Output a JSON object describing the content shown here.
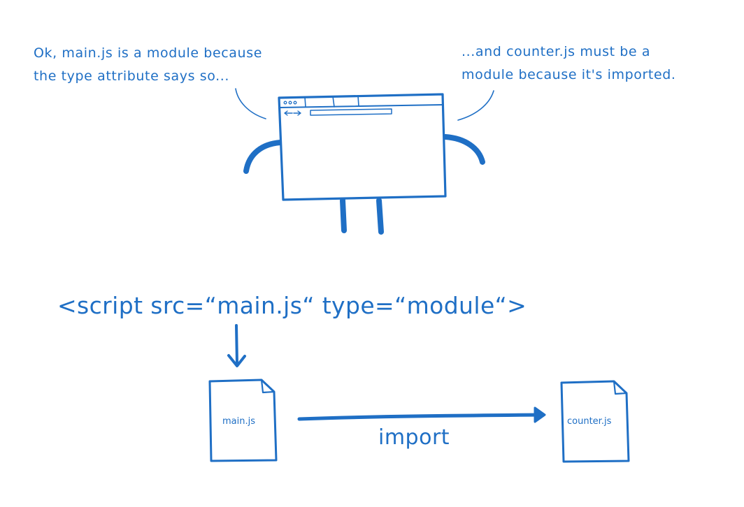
{
  "speech": {
    "left_lines": [
      "Ok, main.js is a module because",
      "the type attribute says so..."
    ],
    "right_lines": [
      "...and counter.js must be a",
      "module because it's imported."
    ]
  },
  "code": {
    "script_tag": "<script src=“main.js“ type=“module“>"
  },
  "files": {
    "main": "main.js",
    "counter": "counter.js"
  },
  "arrow": {
    "label": "import"
  },
  "colors": {
    "ink": "#1f6fc5"
  }
}
